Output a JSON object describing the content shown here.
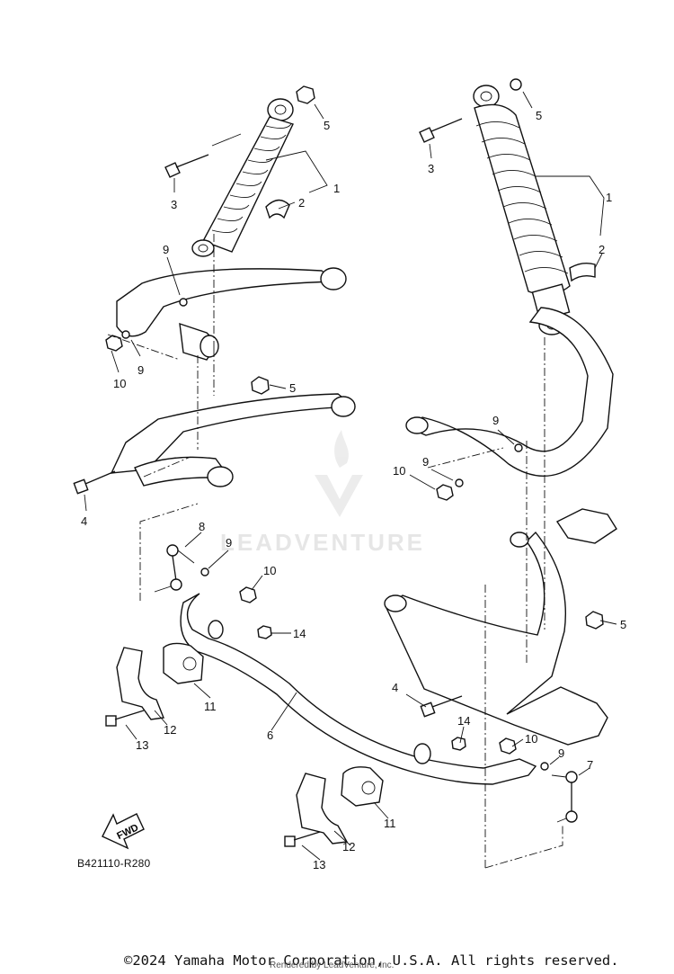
{
  "watermark": {
    "text": "LEADVENTURE"
  },
  "figure": {
    "code": "B421110-R280"
  },
  "fwd": {
    "label": "FWD"
  },
  "callouts": [
    {
      "id": "c1a",
      "text": "1"
    },
    {
      "id": "c2a",
      "text": "2"
    },
    {
      "id": "c3a",
      "text": "3"
    },
    {
      "id": "c5a",
      "text": "5"
    },
    {
      "id": "c1b",
      "text": "1"
    },
    {
      "id": "c2b",
      "text": "2"
    },
    {
      "id": "c3b",
      "text": "3"
    },
    {
      "id": "c5b",
      "text": "5"
    },
    {
      "id": "c9a",
      "text": "9"
    },
    {
      "id": "c9b",
      "text": "9"
    },
    {
      "id": "c10a",
      "text": "10"
    },
    {
      "id": "c5c",
      "text": "5"
    },
    {
      "id": "c4a",
      "text": "4"
    },
    {
      "id": "c9c",
      "text": "9"
    },
    {
      "id": "c9d",
      "text": "9"
    },
    {
      "id": "c10b",
      "text": "10"
    },
    {
      "id": "c8",
      "text": "8"
    },
    {
      "id": "c9e",
      "text": "9"
    },
    {
      "id": "c10c",
      "text": "10"
    },
    {
      "id": "c14a",
      "text": "14"
    },
    {
      "id": "c5d",
      "text": "5"
    },
    {
      "id": "c11a",
      "text": "11"
    },
    {
      "id": "c12a",
      "text": "12"
    },
    {
      "id": "c13a",
      "text": "13"
    },
    {
      "id": "c6",
      "text": "6"
    },
    {
      "id": "c4b",
      "text": "4"
    },
    {
      "id": "c14b",
      "text": "14"
    },
    {
      "id": "c10d",
      "text": "10"
    },
    {
      "id": "c9f",
      "text": "9"
    },
    {
      "id": "c7",
      "text": "7"
    },
    {
      "id": "c11b",
      "text": "11"
    },
    {
      "id": "c12b",
      "text": "12"
    },
    {
      "id": "c13b",
      "text": "13"
    }
  ],
  "footer": {
    "copyright": "©2024 Yamaha Motor Corporation, U.S.A. All rights reserved.",
    "rendered_by": "Rendered by LeadVenture, Inc."
  }
}
